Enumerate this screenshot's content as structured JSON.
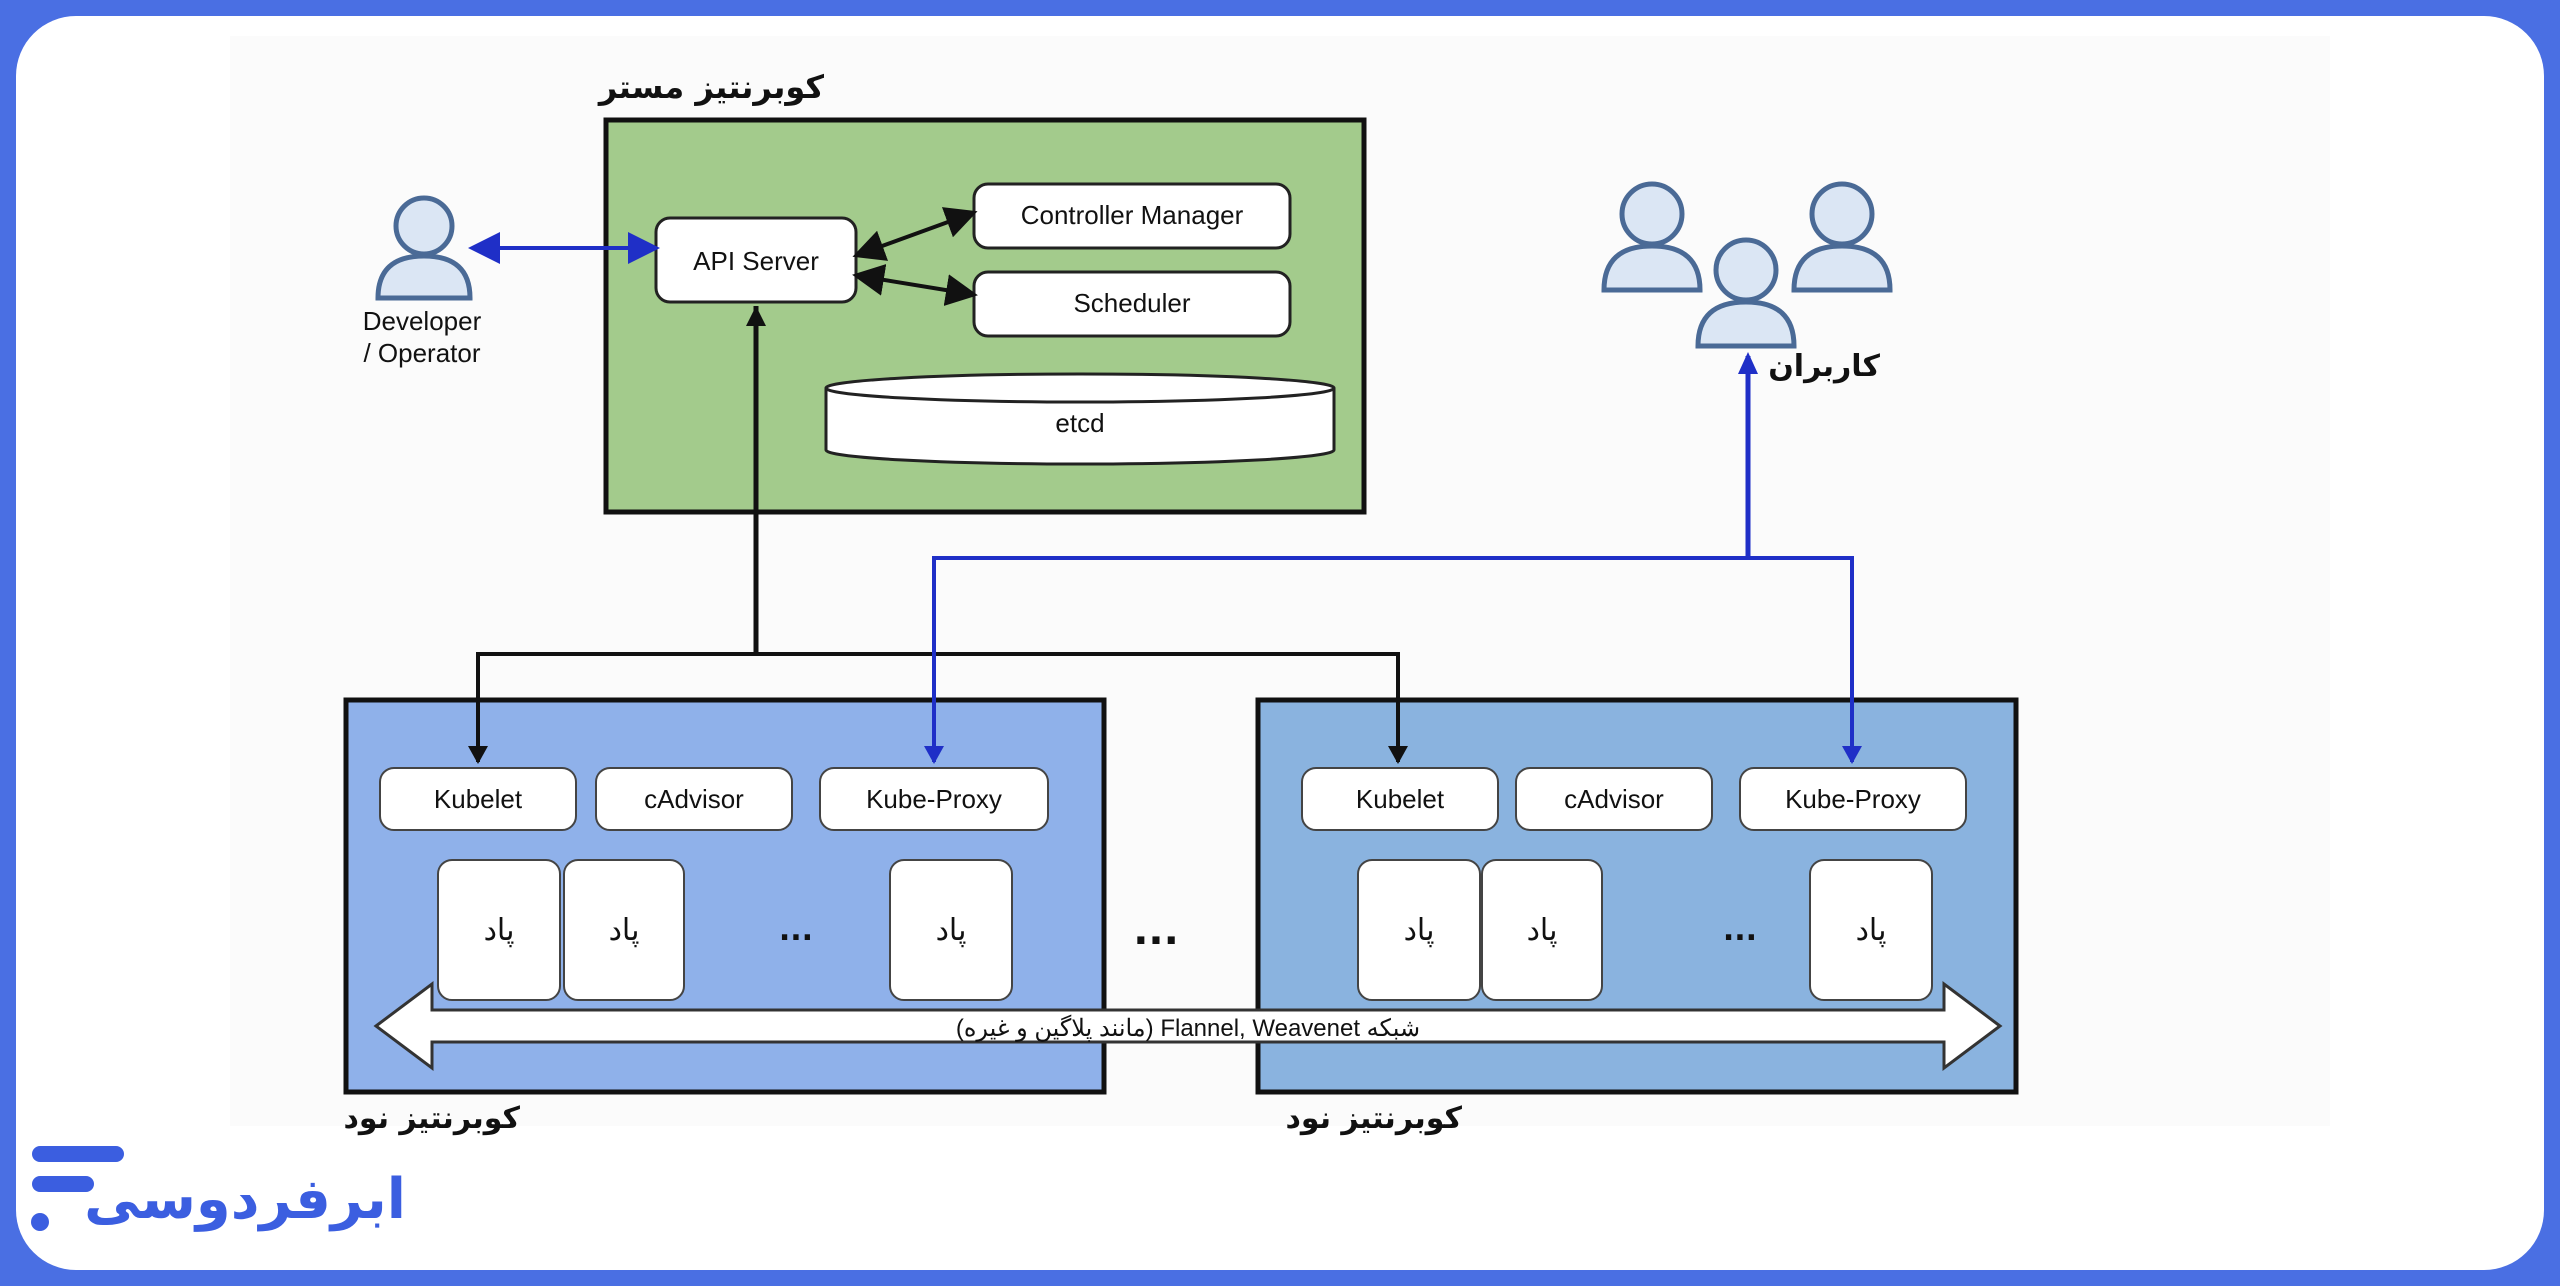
{
  "master": {
    "title": "کوبرنتیز مستر"
  },
  "components": {
    "api_server": "API Server",
    "controller_manager": "Controller Manager",
    "scheduler": "Scheduler",
    "etcd": "etcd"
  },
  "developer": {
    "line1": "Developer",
    "line2": "/ Operator"
  },
  "users": {
    "label": "کاربران"
  },
  "nodes": [
    {
      "title": "کوبرنتیز نود",
      "kubelet": "Kubelet",
      "cadvisor": "cAdvisor",
      "kube_proxy": "Kube-Proxy",
      "pods": [
        "پاد",
        "پاد",
        "پاد"
      ],
      "ellipsis": "..."
    },
    {
      "title": "کوبرنتیز نود",
      "kubelet": "Kubelet",
      "cadvisor": "cAdvisor",
      "kube_proxy": "Kube-Proxy",
      "pods": [
        "پاد",
        "پاد",
        "پاد"
      ],
      "ellipsis": "..."
    }
  ],
  "between_nodes": "...",
  "network": {
    "label": "شبکه Flannel, Weavenet (مانند پلاگین و غیره)"
  },
  "brand": {
    "name": "ابرفردوسی"
  },
  "colors": {
    "border_blue": "#4a6fe3",
    "master_green": "#a3cb8c",
    "node1_blue": "#8fb1ea",
    "node2_blue": "#8ab3df",
    "arrow_blue": "#1f2fc7",
    "user_icon": "#dbe6f4"
  }
}
